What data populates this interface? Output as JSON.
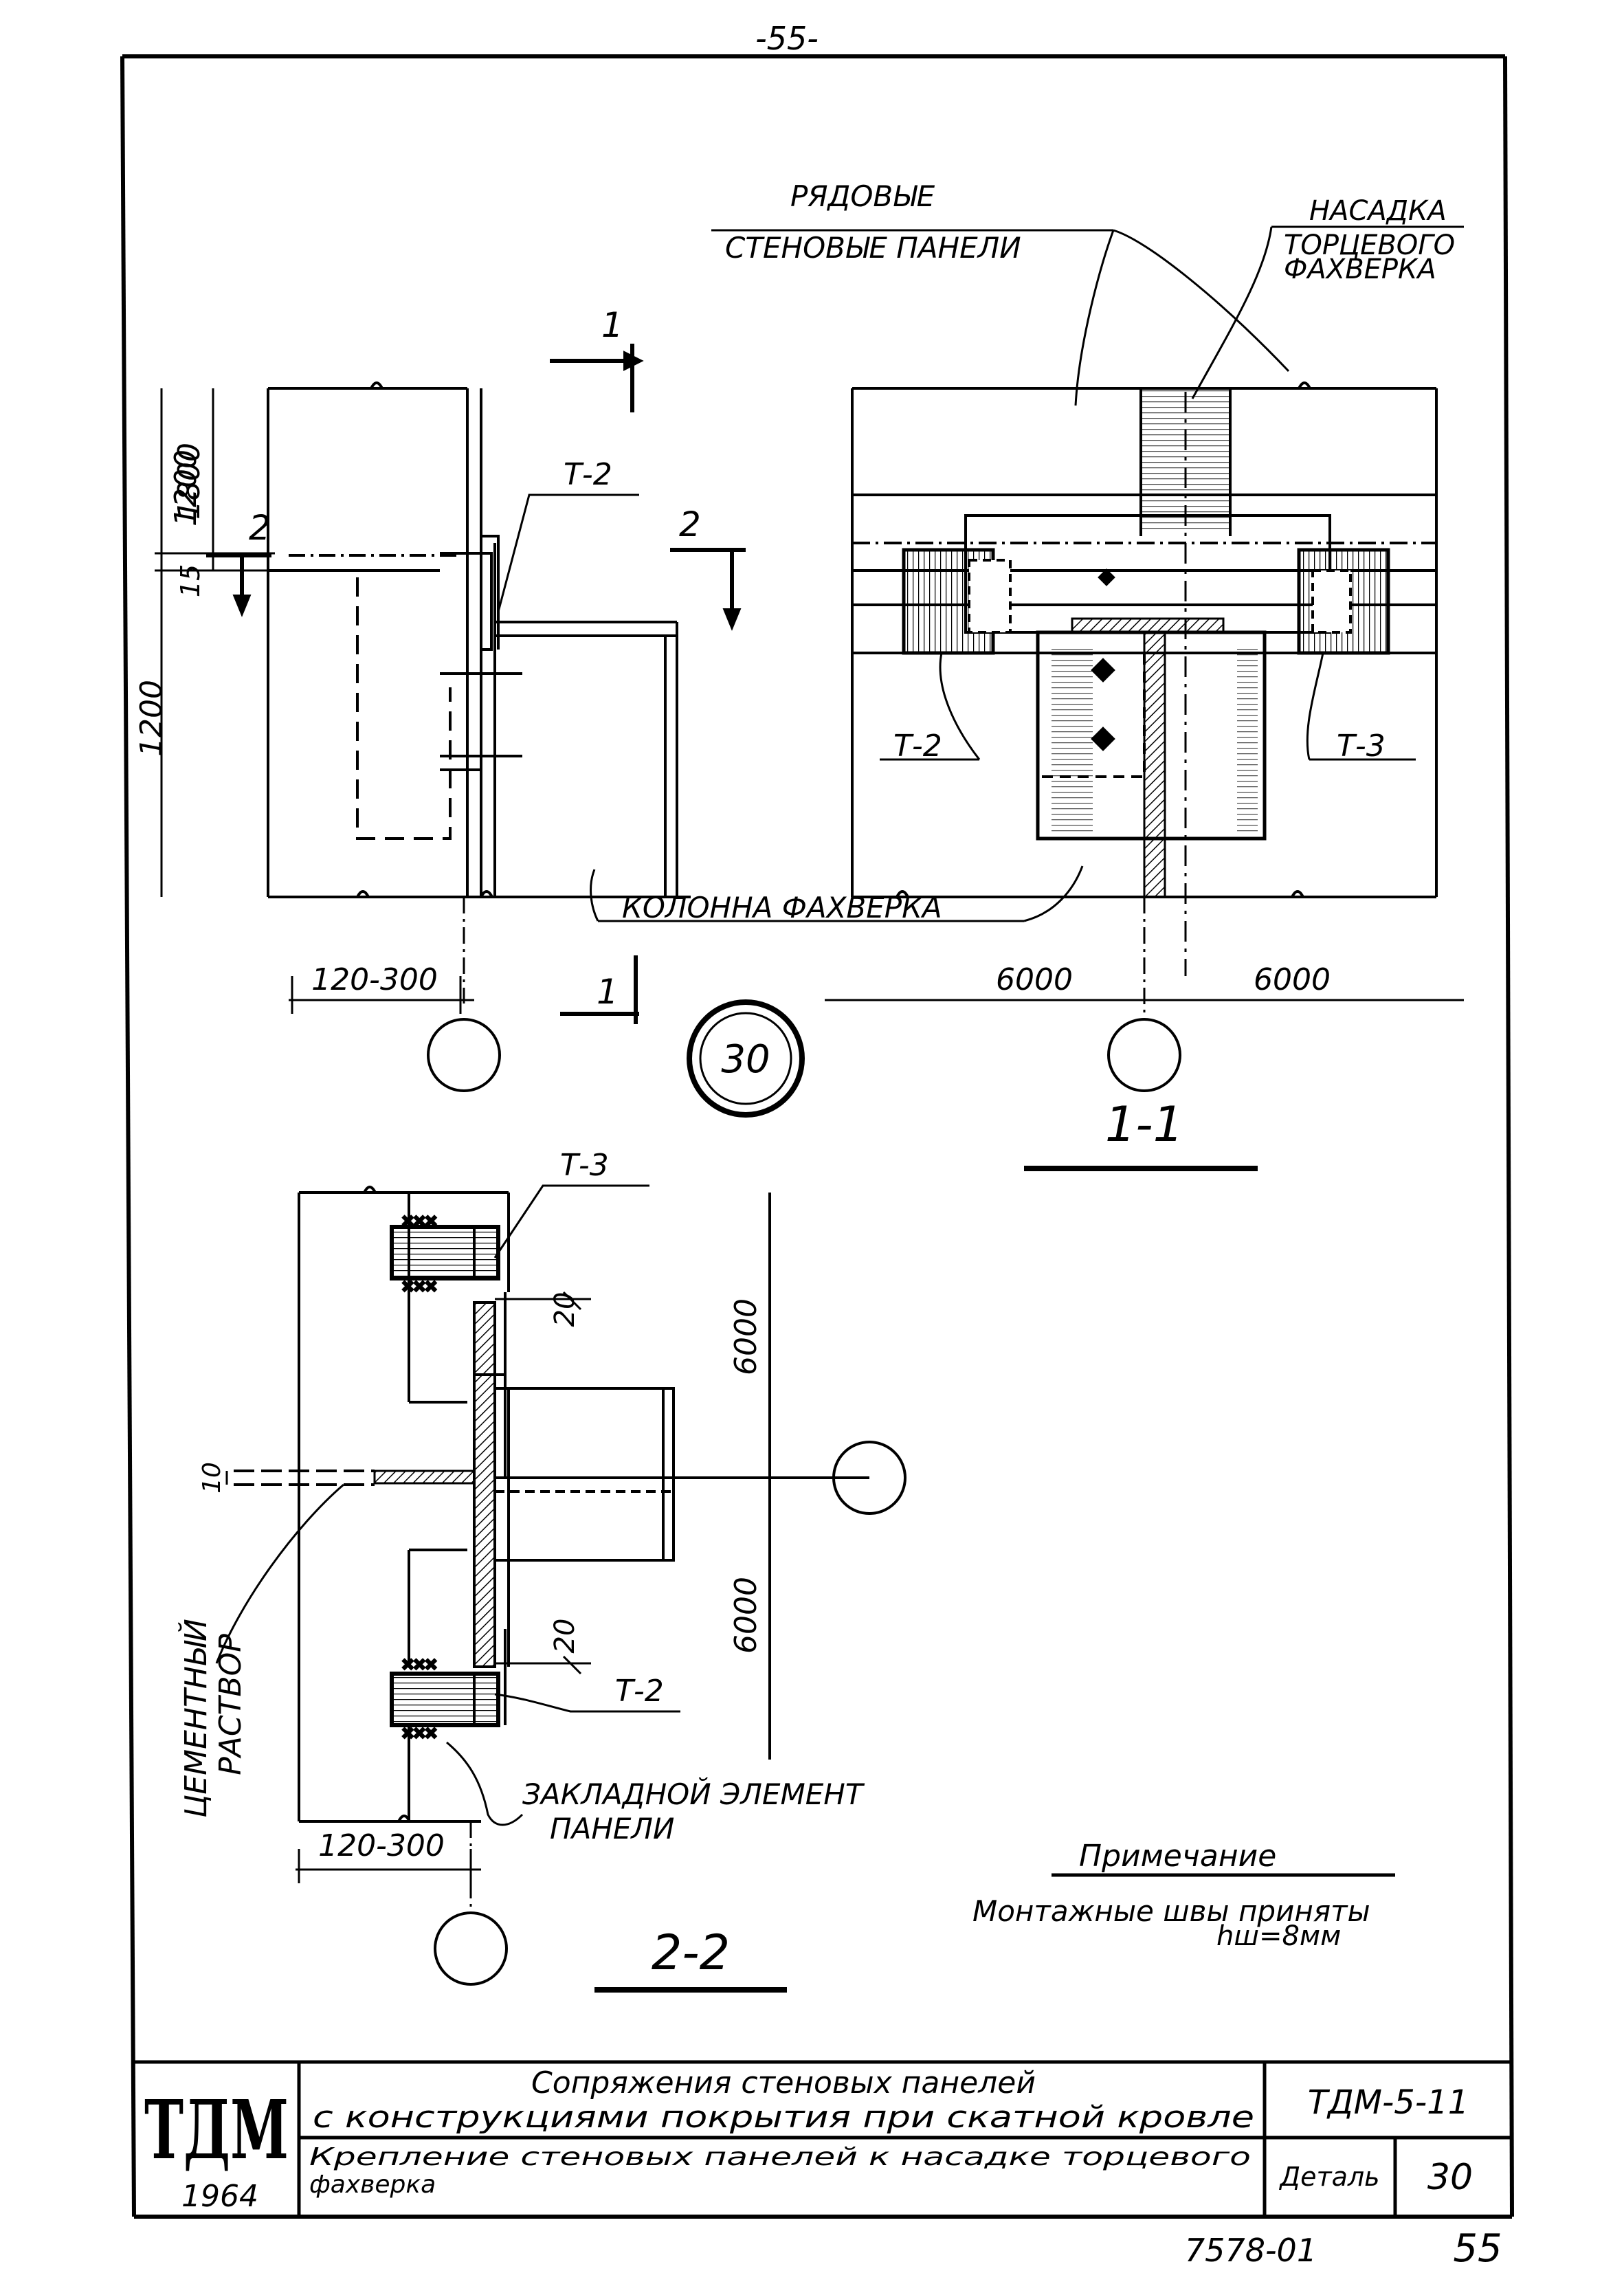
{
  "page": {
    "top_number": "-55-",
    "bottom_code": "7578-01",
    "bottom_page": "55"
  },
  "drawing": {
    "callouts": {
      "row_panels_line1": "РЯДОВЫЕ",
      "row_panels_line2": "СТЕНОВЫЕ ПАНЕЛИ",
      "end_cap_line1": "НАСАДКА",
      "end_cap_line2": "ТОРЦЕВОГО",
      "end_cap_line3": "ФАХВЕРКА",
      "column": "КОЛОННА ФАХВЕРКА",
      "cement_line1": "ЦЕМЕНТНЫЙ",
      "cement_line2": "РАСТВОР",
      "embed_line1": "ЗАКЛАДНОЙ ЭЛЕМЕНТ",
      "embed_line2": "ПАНЕЛИ"
    },
    "marks": {
      "t2": "Т-2",
      "t3": "Т-3"
    },
    "section_marks": {
      "s1": "1",
      "s2": "2"
    },
    "dimensions": {
      "d1200_top": "1200",
      "d1800": "1800",
      "d15": "15",
      "d1200_bottom": "1200",
      "d120_300_top": "120-300",
      "d6000_left": "6000",
      "d6000_right": "6000",
      "d6000_vert_top": "6000",
      "d6000_vert_bottom": "6000",
      "d20_top": "20",
      "d20_bottom": "20",
      "d10": "10",
      "d120_300_bottom": "120-300"
    },
    "detail_number": "30",
    "section_titles": {
      "s11": "1-1",
      "s22": "2-2"
    },
    "note": {
      "title": "Примечание",
      "line1": "Монтажные швы приняты",
      "line2": "hш=8мм"
    }
  },
  "title_block": {
    "logo": "ТДМ",
    "year": "1964",
    "title_line1": "Сопряжения стеновых панелей",
    "title_line2": "с конструкциями покрытия при скатной кровле",
    "subtitle_line1": "Крепление стеновых панелей к насадке торцевого",
    "subtitle_line2": "фахверка",
    "series": "ТДМ-5-11",
    "detail_label": "Деталь",
    "detail_value": "30"
  }
}
